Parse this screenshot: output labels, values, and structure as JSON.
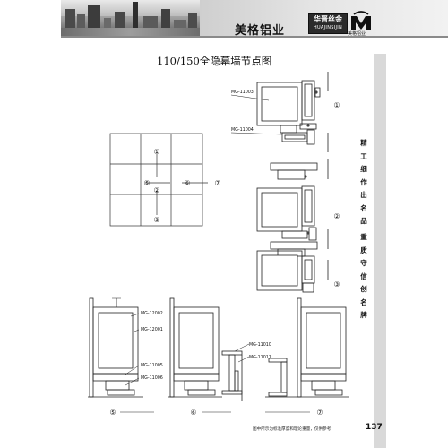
{
  "header": {
    "brand_name": "美格铝业",
    "logo_cn": "华晋丝金",
    "logo_en": "HUAJINSIJIN",
    "emblem_text": "美格铝业"
  },
  "title": "110/150全隐幕墙节点图",
  "slogan_1": [
    "精",
    "工",
    "细",
    "作",
    "出",
    "名",
    "品"
  ],
  "slogan_2": [
    "重",
    "质",
    "守",
    "信",
    "创",
    "名",
    "牌"
  ],
  "plan_labels": {
    "n1": "①",
    "n2": "②",
    "n3": "③",
    "n5": "⑤",
    "n6": "⑥",
    "n7": "⑦"
  },
  "section_labels": {
    "s1": "①",
    "s2": "②",
    "s3": "③",
    "s5": "⑤",
    "s6": "⑥",
    "s7": "⑦"
  },
  "parts": {
    "p1": "MG-11003",
    "p2": "MG-11004",
    "p3": "MG-12002",
    "p4": "MG-12001",
    "p5": "MG-11005",
    "p6": "MG-11006",
    "p7": "MG-11010",
    "p8": "MG-11011"
  },
  "footer": {
    "note": "图中所示为标准厚度和理论重量，仅供参考",
    "page_number": "137"
  }
}
